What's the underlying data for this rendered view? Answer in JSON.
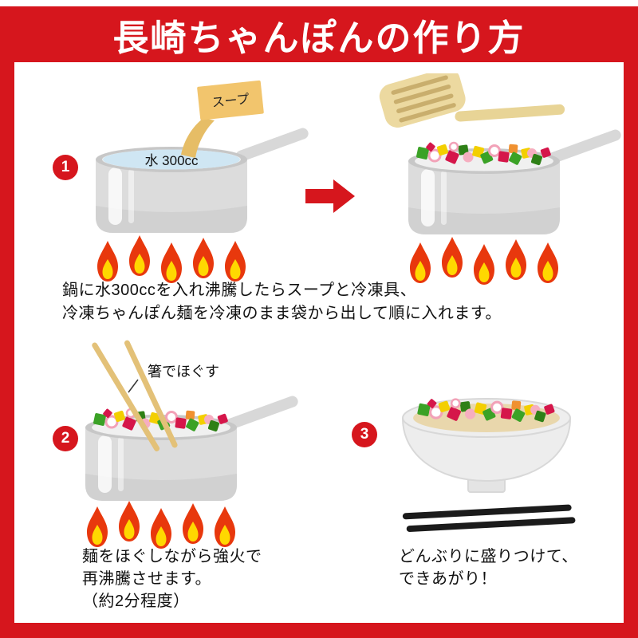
{
  "banner": {
    "title": "長崎ちゃんぽんの作り方"
  },
  "colors": {
    "accent_red": "#d6161d",
    "flame_orange": "#e8380d",
    "flame_yellow": "#ffd800",
    "pot_gray": "#dcdcdc",
    "water_blue": "#cfe6f3",
    "broth_tan": "#e9d7ac",
    "wood_tan": "#ecd9a0"
  },
  "icons": [
    "pot-icon",
    "flame-icon",
    "soup-packet-icon",
    "spatula-icon",
    "chopsticks-icon",
    "bowl-icon",
    "arrow-right-icon",
    "toppings-icon"
  ],
  "step1": {
    "number": "1",
    "water_label": "水 300cc",
    "soup_packet_label": "スープ",
    "caption_line1": "鍋に水300ccを入れ沸騰したらスープと冷凍具、",
    "caption_line2": "冷凍ちゃんぽん麺を冷凍のまま袋から出して順に入れます。"
  },
  "step2": {
    "number": "2",
    "chopsticks_label": "箸でほぐす",
    "caption_line1": "麺をほぐしながら強火で",
    "caption_line2": "再沸騰させます。",
    "caption_line3": "（約2分程度）"
  },
  "step3": {
    "number": "3",
    "caption_line1": "どんぶりに盛りつけて、",
    "caption_line2": "できあがり！"
  }
}
